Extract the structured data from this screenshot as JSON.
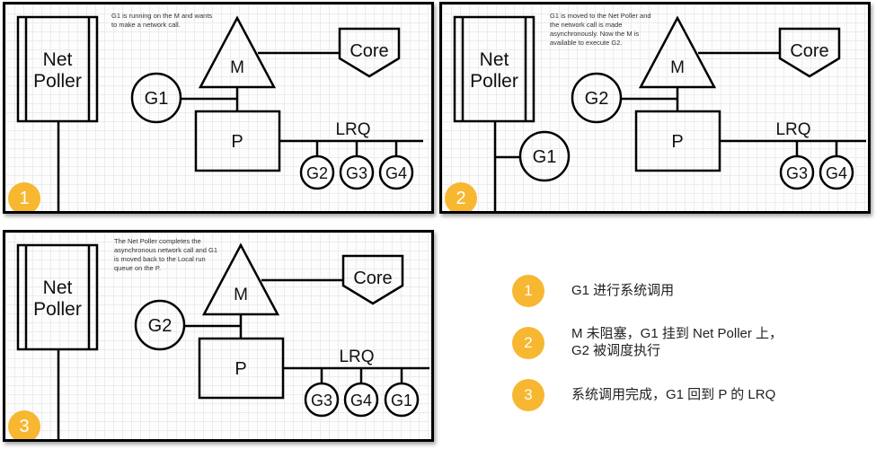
{
  "colors": {
    "badge": "#f7b731",
    "stroke": "#000000",
    "grid": "#ececec"
  },
  "panels": [
    {
      "step": "1",
      "caption": "G1 is running on the M and wants to make a network call.",
      "net_poller": {
        "line1": "Net",
        "line2": "Poller"
      },
      "m_label": "M",
      "core_label": "Core",
      "p_label": "P",
      "lrq_label": "LRQ",
      "running": "G1",
      "poller_attached": "",
      "lrq": [
        "G2",
        "G3",
        "G4"
      ]
    },
    {
      "step": "2",
      "caption": "G1 is moved to the Net Poller and the network call is made asynchronously. Now the M is available to execute G2.",
      "net_poller": {
        "line1": "Net",
        "line2": "Poller"
      },
      "m_label": "M",
      "core_label": "Core",
      "p_label": "P",
      "lrq_label": "LRQ",
      "running": "G2",
      "poller_attached": "G1",
      "lrq": [
        "G3",
        "G4"
      ]
    },
    {
      "step": "3",
      "caption": "The Net Poller completes the asynchronous network call and G1 is moved back to the Local run queue on the P.",
      "net_poller": {
        "line1": "Net",
        "line2": "Poller"
      },
      "m_label": "M",
      "core_label": "Core",
      "p_label": "P",
      "lrq_label": "LRQ",
      "running": "G2",
      "poller_attached": "",
      "lrq": [
        "G3",
        "G4",
        "G1"
      ]
    }
  ],
  "legend": [
    {
      "step": "1",
      "text": "G1 进行系统调用"
    },
    {
      "step": "2",
      "text_line1": "M 未阻塞，G1 挂到 Net Poller 上，",
      "text_line2": "G2 被调度执行"
    },
    {
      "step": "3",
      "text": "系统调用完成，G1 回到 P 的 LRQ"
    }
  ]
}
